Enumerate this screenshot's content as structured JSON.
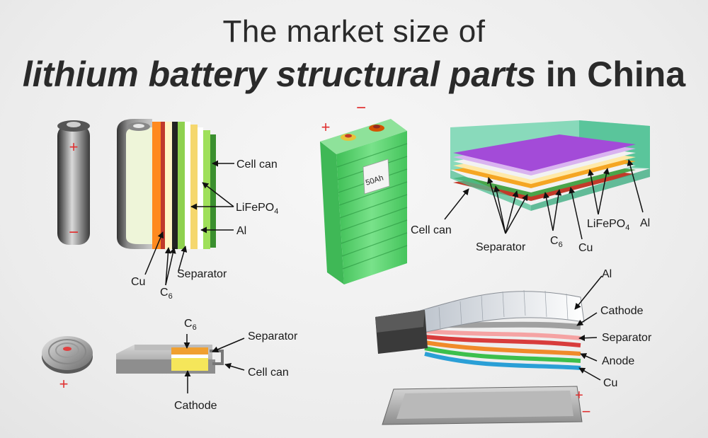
{
  "title": {
    "line1": "The market size of",
    "line2_emphasis": "lithium battery structural parts",
    "line2_rest": " in China"
  },
  "cylindrical_cell": {
    "labels": {
      "cell_can": "Cell can",
      "lifepo4": "LiFePO",
      "lifepo4_sub": "4",
      "al": "Al",
      "separator": "Separator",
      "cu": "Cu",
      "c6": "C",
      "c6_sub": "6"
    },
    "polarity": {
      "plus": "+",
      "minus": "−"
    }
  },
  "prismatic_pack": {
    "capacity_label": "50Ah",
    "polarity": {
      "plus": "+",
      "minus": "−"
    }
  },
  "pouch_stack": {
    "labels": {
      "cell_can": "Cell can",
      "separator": "Separator",
      "c6": "C",
      "c6_sub": "6",
      "cu": "Cu",
      "lifepo4": "LiFePO",
      "lifepo4_sub": "4",
      "al": "Al"
    }
  },
  "coin_cell": {
    "labels": {
      "c6": "C",
      "c6_sub": "6",
      "separator": "Separator",
      "cell_can": "Cell can",
      "cathode": "Cathode"
    },
    "polarity": {
      "plus": "+"
    }
  },
  "flexible_cell": {
    "labels": {
      "al": "Al",
      "cathode": "Cathode",
      "separator": "Separator",
      "anode": "Anode",
      "cu": "Cu"
    },
    "polarity": {
      "plus": "+",
      "minus": "−"
    }
  },
  "colors": {
    "polarity": "#e03030",
    "battery_green": "#5ed36e",
    "purple_layer": "#a34bd8"
  }
}
